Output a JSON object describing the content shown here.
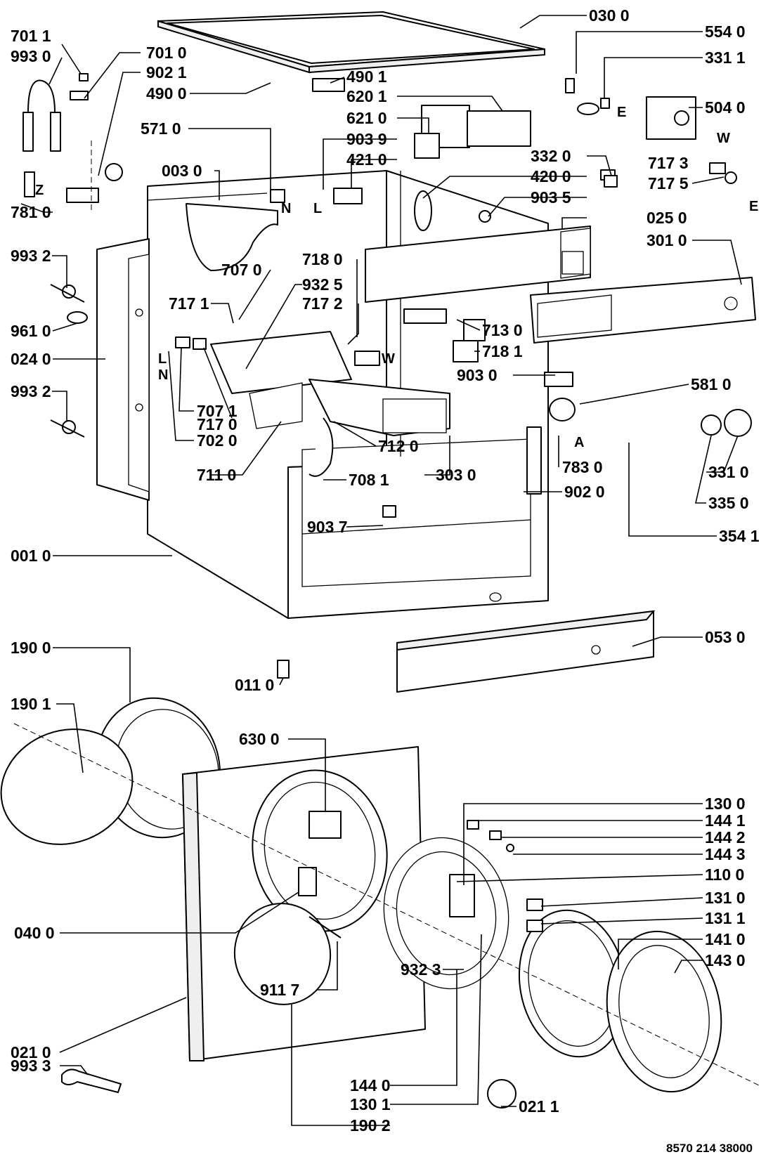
{
  "drawing_number": "8570 214 38000",
  "callouts": [
    {
      "id": "c-030-0",
      "text": "030 0"
    },
    {
      "id": "c-554-0",
      "text": "554 0"
    },
    {
      "id": "c-331-1",
      "text": "331 1"
    },
    {
      "id": "c-504-0",
      "text": "504 0"
    },
    {
      "id": "c-701-1",
      "text": "701 1"
    },
    {
      "id": "c-993-0",
      "text": "993 0"
    },
    {
      "id": "c-701-0",
      "text": "701 0"
    },
    {
      "id": "c-902-1",
      "text": "902 1"
    },
    {
      "id": "c-490-1",
      "text": "490 1"
    },
    {
      "id": "c-490-0",
      "text": "490 0"
    },
    {
      "id": "c-620-1",
      "text": "620 1"
    },
    {
      "id": "c-621-0",
      "text": "621 0"
    },
    {
      "id": "c-571-0",
      "text": "571 0"
    },
    {
      "id": "c-903-9",
      "text": "903 9"
    },
    {
      "id": "c-421-0",
      "text": "421 0"
    },
    {
      "id": "c-332-0",
      "text": "332 0"
    },
    {
      "id": "c-717-3",
      "text": "717 3"
    },
    {
      "id": "c-003-0",
      "text": "003 0"
    },
    {
      "id": "c-420-0",
      "text": "420 0"
    },
    {
      "id": "c-717-5",
      "text": "717 5"
    },
    {
      "id": "c-903-5",
      "text": "903 5"
    },
    {
      "id": "c-781-0",
      "text": "781 0"
    },
    {
      "id": "c-025-0",
      "text": "025 0"
    },
    {
      "id": "c-993-2a",
      "text": "993 2"
    },
    {
      "id": "c-301-0",
      "text": "301 0"
    },
    {
      "id": "c-718-0",
      "text": "718 0"
    },
    {
      "id": "c-707-0",
      "text": "707 0"
    },
    {
      "id": "c-932-5",
      "text": "932 5"
    },
    {
      "id": "c-717-1",
      "text": "717 1"
    },
    {
      "id": "c-717-2",
      "text": "717 2"
    },
    {
      "id": "c-961-0",
      "text": "961 0"
    },
    {
      "id": "c-713-0",
      "text": "713 0"
    },
    {
      "id": "c-024-0",
      "text": "024 0"
    },
    {
      "id": "c-718-1",
      "text": "718 1"
    },
    {
      "id": "c-903-0",
      "text": "903 0"
    },
    {
      "id": "c-993-2b",
      "text": "993 2"
    },
    {
      "id": "c-581-0",
      "text": "581 0"
    },
    {
      "id": "c-707-1",
      "text": "707 1"
    },
    {
      "id": "c-717-0",
      "text": "717 0"
    },
    {
      "id": "c-702-0",
      "text": "702 0"
    },
    {
      "id": "c-712-0",
      "text": "712 0"
    },
    {
      "id": "c-303-0",
      "text": "303 0"
    },
    {
      "id": "c-783-0",
      "text": "783 0"
    },
    {
      "id": "c-331-0",
      "text": "331 0"
    },
    {
      "id": "c-711-0",
      "text": "711 0"
    },
    {
      "id": "c-708-1",
      "text": "708 1"
    },
    {
      "id": "c-902-0",
      "text": "902 0"
    },
    {
      "id": "c-335-0",
      "text": "335 0"
    },
    {
      "id": "c-903-7",
      "text": "903 7"
    },
    {
      "id": "c-354-1",
      "text": "354 1"
    },
    {
      "id": "c-001-0",
      "text": "001 0"
    },
    {
      "id": "c-053-0",
      "text": "053 0"
    },
    {
      "id": "c-190-0",
      "text": "190 0"
    },
    {
      "id": "c-011-0",
      "text": "011 0"
    },
    {
      "id": "c-190-1",
      "text": "190 1"
    },
    {
      "id": "c-630-0",
      "text": "630 0"
    },
    {
      "id": "c-130-0",
      "text": "130 0"
    },
    {
      "id": "c-144-1",
      "text": "144 1"
    },
    {
      "id": "c-144-2",
      "text": "144 2"
    },
    {
      "id": "c-144-3",
      "text": "144 3"
    },
    {
      "id": "c-110-0",
      "text": "110 0"
    },
    {
      "id": "c-131-0",
      "text": "131 0"
    },
    {
      "id": "c-040-0",
      "text": "040 0"
    },
    {
      "id": "c-131-1",
      "text": "131 1"
    },
    {
      "id": "c-141-0",
      "text": "141 0"
    },
    {
      "id": "c-143-0",
      "text": "143 0"
    },
    {
      "id": "c-932-3",
      "text": "932 3"
    },
    {
      "id": "c-911-7",
      "text": "911 7"
    },
    {
      "id": "c-021-0",
      "text": "021 0"
    },
    {
      "id": "c-993-3",
      "text": "993 3"
    },
    {
      "id": "c-144-0",
      "text": "144 0"
    },
    {
      "id": "c-130-1",
      "text": "130 1"
    },
    {
      "id": "c-021-1",
      "text": "021 1"
    },
    {
      "id": "c-190-2",
      "text": "190 2"
    }
  ],
  "terminal_marks": [
    {
      "id": "m-n1",
      "text": "N"
    },
    {
      "id": "m-l1",
      "text": "L"
    },
    {
      "id": "m-e1",
      "text": "E"
    },
    {
      "id": "m-w1",
      "text": "W"
    },
    {
      "id": "m-e2",
      "text": "E"
    },
    {
      "id": "m-z",
      "text": "Z"
    },
    {
      "id": "m-l2",
      "text": "L"
    },
    {
      "id": "m-n2",
      "text": "N"
    },
    {
      "id": "m-w2",
      "text": "W"
    },
    {
      "id": "m-a",
      "text": "A"
    }
  ]
}
